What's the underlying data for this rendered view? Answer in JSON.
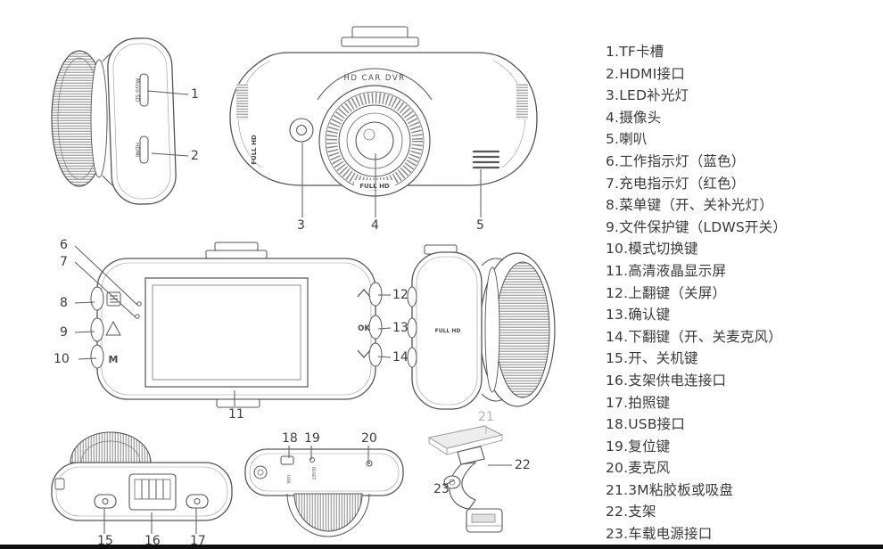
{
  "parts_list": {
    "items": [
      "1.TF卡槽",
      "2.HDMI接口",
      "3.LED补光灯",
      "4.摄像头",
      "5.喇叭",
      "6.工作指示灯（蓝色）",
      "7.充电指示灯（红色）",
      "8.菜单键（开、关补光灯）",
      "9.文件保护键（LDWS开关）",
      "10.模式切换键",
      "11.高清液晶显示屏",
      "12.上翻键（关屏）",
      "13.确认键",
      "14.下翻键（开、关麦克风）",
      "15.开、关机键",
      "16.支架供电连接口",
      "17.拍照键",
      "18.USB接口",
      "19.复位键",
      "20.麦克风",
      "21.3M粘胶板或吸盘",
      "22.支架",
      "23.车载电源接口"
    ]
  },
  "callouts": [
    "1",
    "2",
    "3",
    "4",
    "5",
    "6",
    "7",
    "8",
    "9",
    "10",
    "11",
    "12",
    "13",
    "14",
    "15",
    "16",
    "17",
    "18",
    "19",
    "20",
    "21",
    "22",
    "23"
  ],
  "drawing_labels": {
    "micro_sd": "Micro SD",
    "hdmi": "HDMI",
    "hd_car_dvr": "HD CAR DVR",
    "full_hd": "FULL HD",
    "ok": "OK",
    "mode_m": "M",
    "usb": "USB",
    "reset": "RESET"
  },
  "colors": {
    "line": "#555555",
    "text": "#3a3a3a",
    "muted_callout": "#b3b3b3",
    "bottom_bar": "#101010"
  }
}
